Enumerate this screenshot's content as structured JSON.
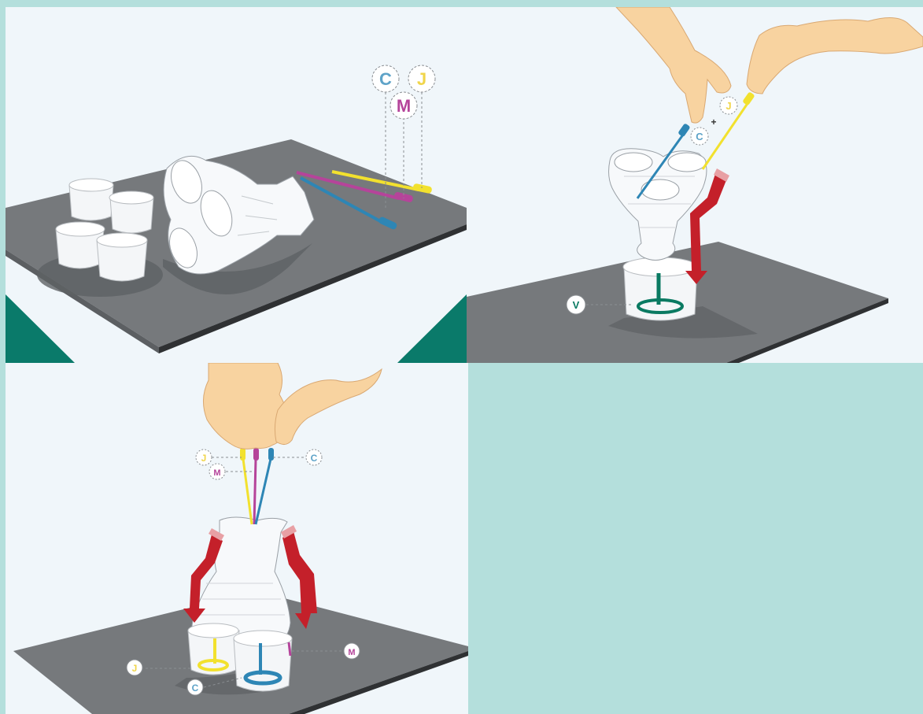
{
  "colors": {
    "background": "#b4dfdc",
    "panel": "#f0f6fa",
    "table": "#76797c",
    "table_edge": "#2f3133",
    "cyan": "#2e86b5",
    "magenta": "#b5449a",
    "yellow": "#f2e12e",
    "green": "#0a7a62",
    "arrow_red": "#c4202a",
    "skin": "#f8d3a0",
    "corner_teal": "#0a7a6a"
  },
  "panel1": {
    "labels": {
      "c": "C",
      "m": "M",
      "j": "J"
    }
  },
  "panel2": {
    "labels": {
      "j": "J",
      "c": "C",
      "v": "V",
      "plus": "+"
    }
  },
  "panel3": {
    "labels": {
      "j_top": "J",
      "m_top": "M",
      "c_top": "C",
      "m_side": "M",
      "j_side": "J",
      "c_bottom": "C"
    }
  }
}
